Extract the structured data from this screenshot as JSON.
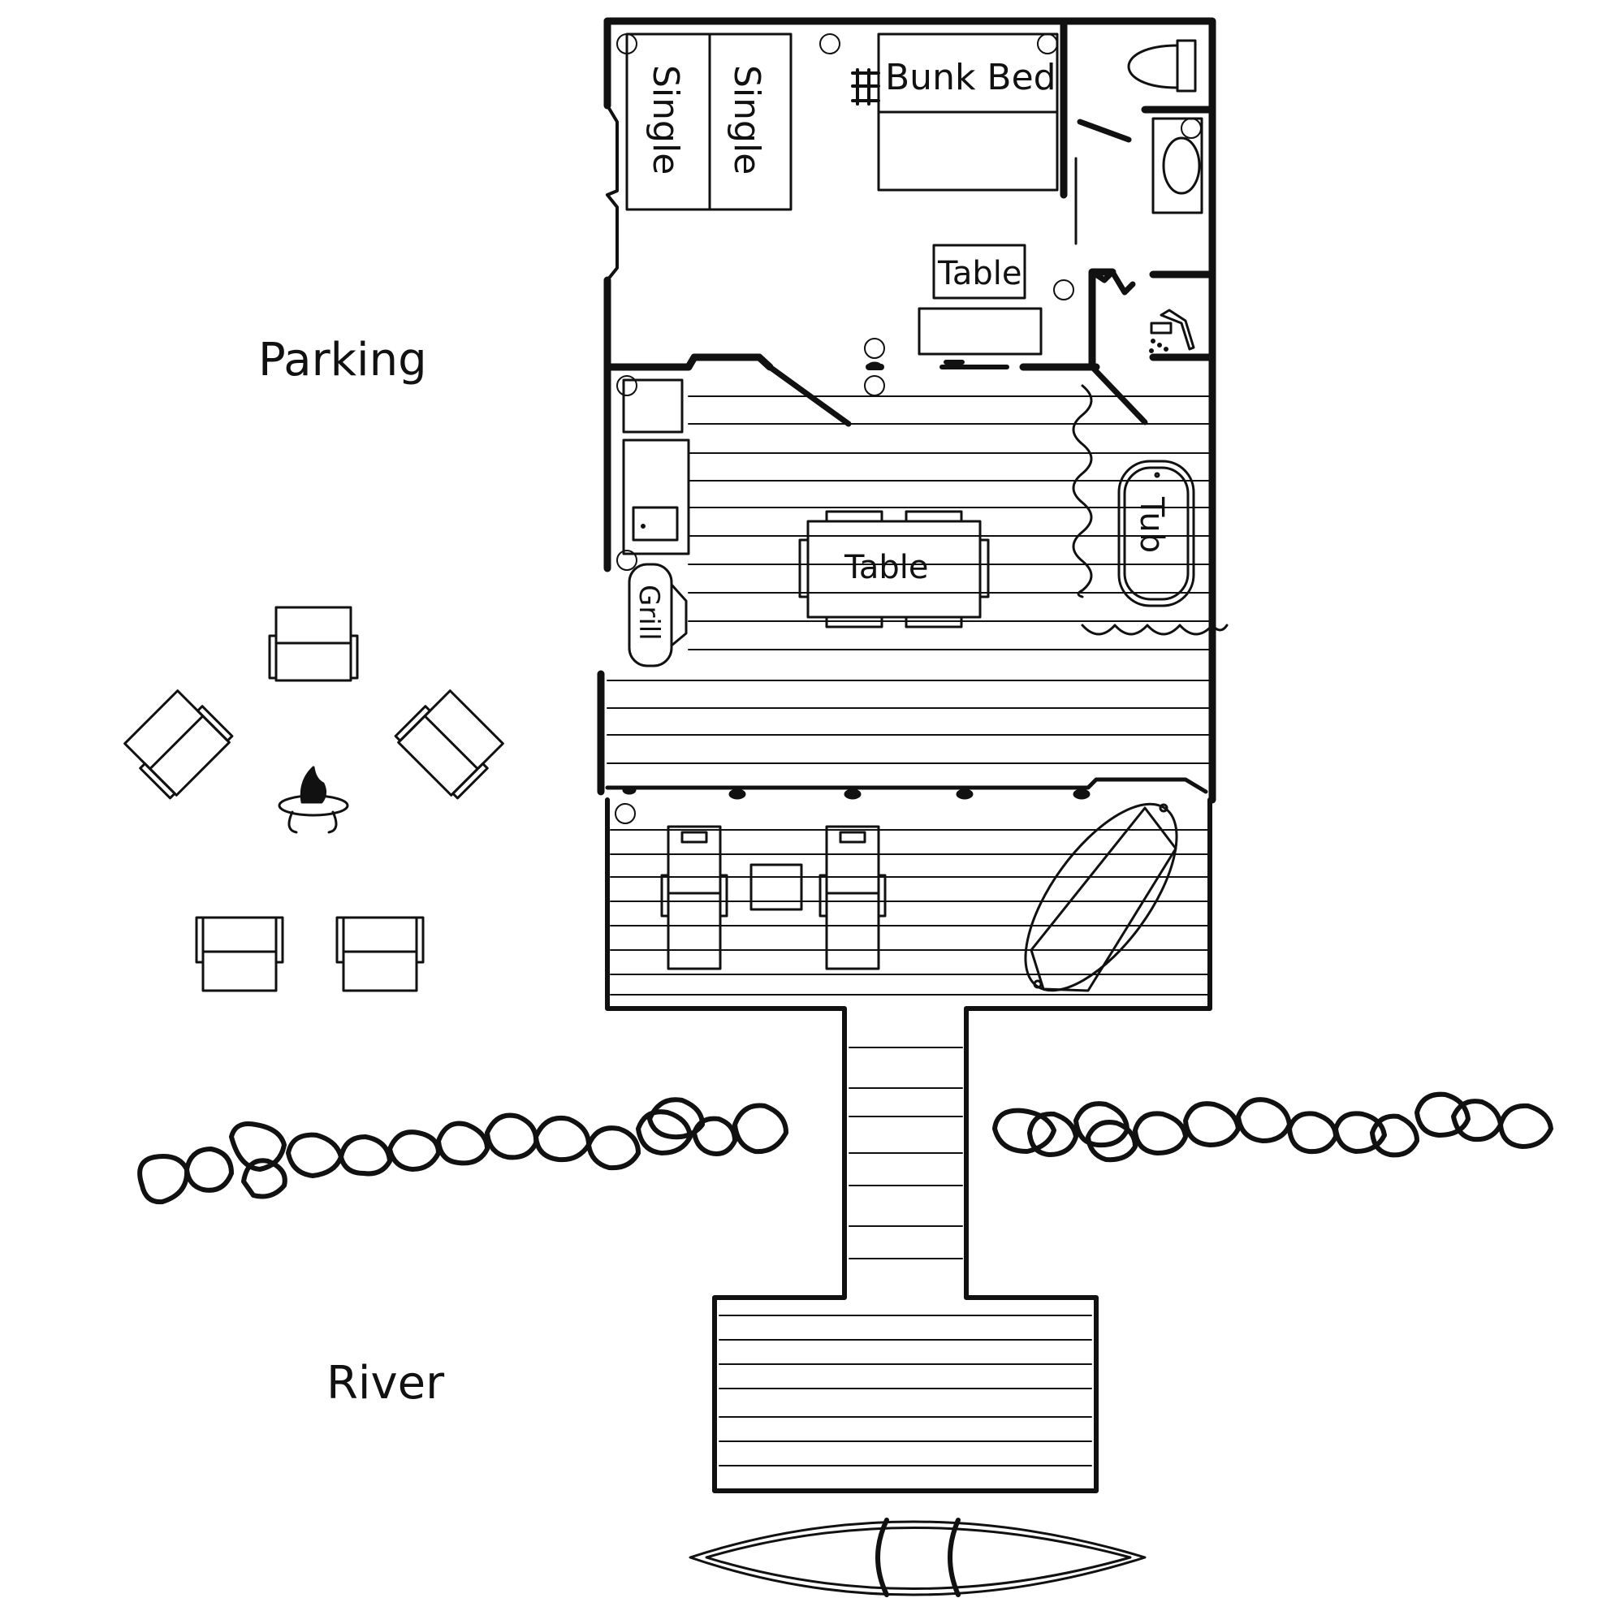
{
  "labels": {
    "parking": "Parking",
    "river": "River",
    "bunk_bed": "Bunk Bed",
    "single_1": "Single",
    "single_2": "Single",
    "table_small": "Table",
    "table_dining": "Table",
    "tub": "Tub",
    "grill": "Grill"
  },
  "colors": {
    "line": "#111111",
    "background": "#ffffff"
  },
  "icons": [
    "fire-pit-icon",
    "shower-icon",
    "toilet-icon",
    "sink-icon",
    "canoe-icon",
    "kayak-icon",
    "ladder-icon"
  ]
}
